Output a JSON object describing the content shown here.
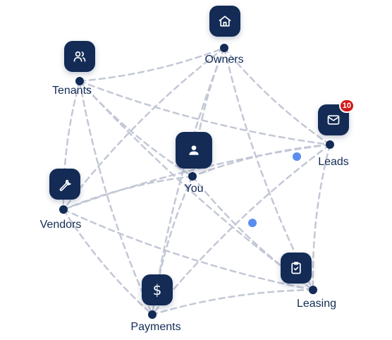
{
  "nodes": {
    "owners": {
      "label": "Owners",
      "icon": "home-icon"
    },
    "tenants": {
      "label": "Tenants",
      "icon": "users-icon"
    },
    "leads": {
      "label": "Leads",
      "icon": "mail-icon",
      "badge": "10"
    },
    "you": {
      "label": "You",
      "icon": "user-icon"
    },
    "vendors": {
      "label": "Vendors",
      "icon": "wrench-icon"
    },
    "leasing": {
      "label": "Leasing",
      "icon": "clipboard-check-icon"
    },
    "payments": {
      "label": "Payments",
      "icon": "dollar-icon"
    }
  },
  "colors": {
    "node": "#132b55",
    "edge": "#c3c8d6",
    "pulse": "#5b8def",
    "badge": "#d11a1a"
  }
}
